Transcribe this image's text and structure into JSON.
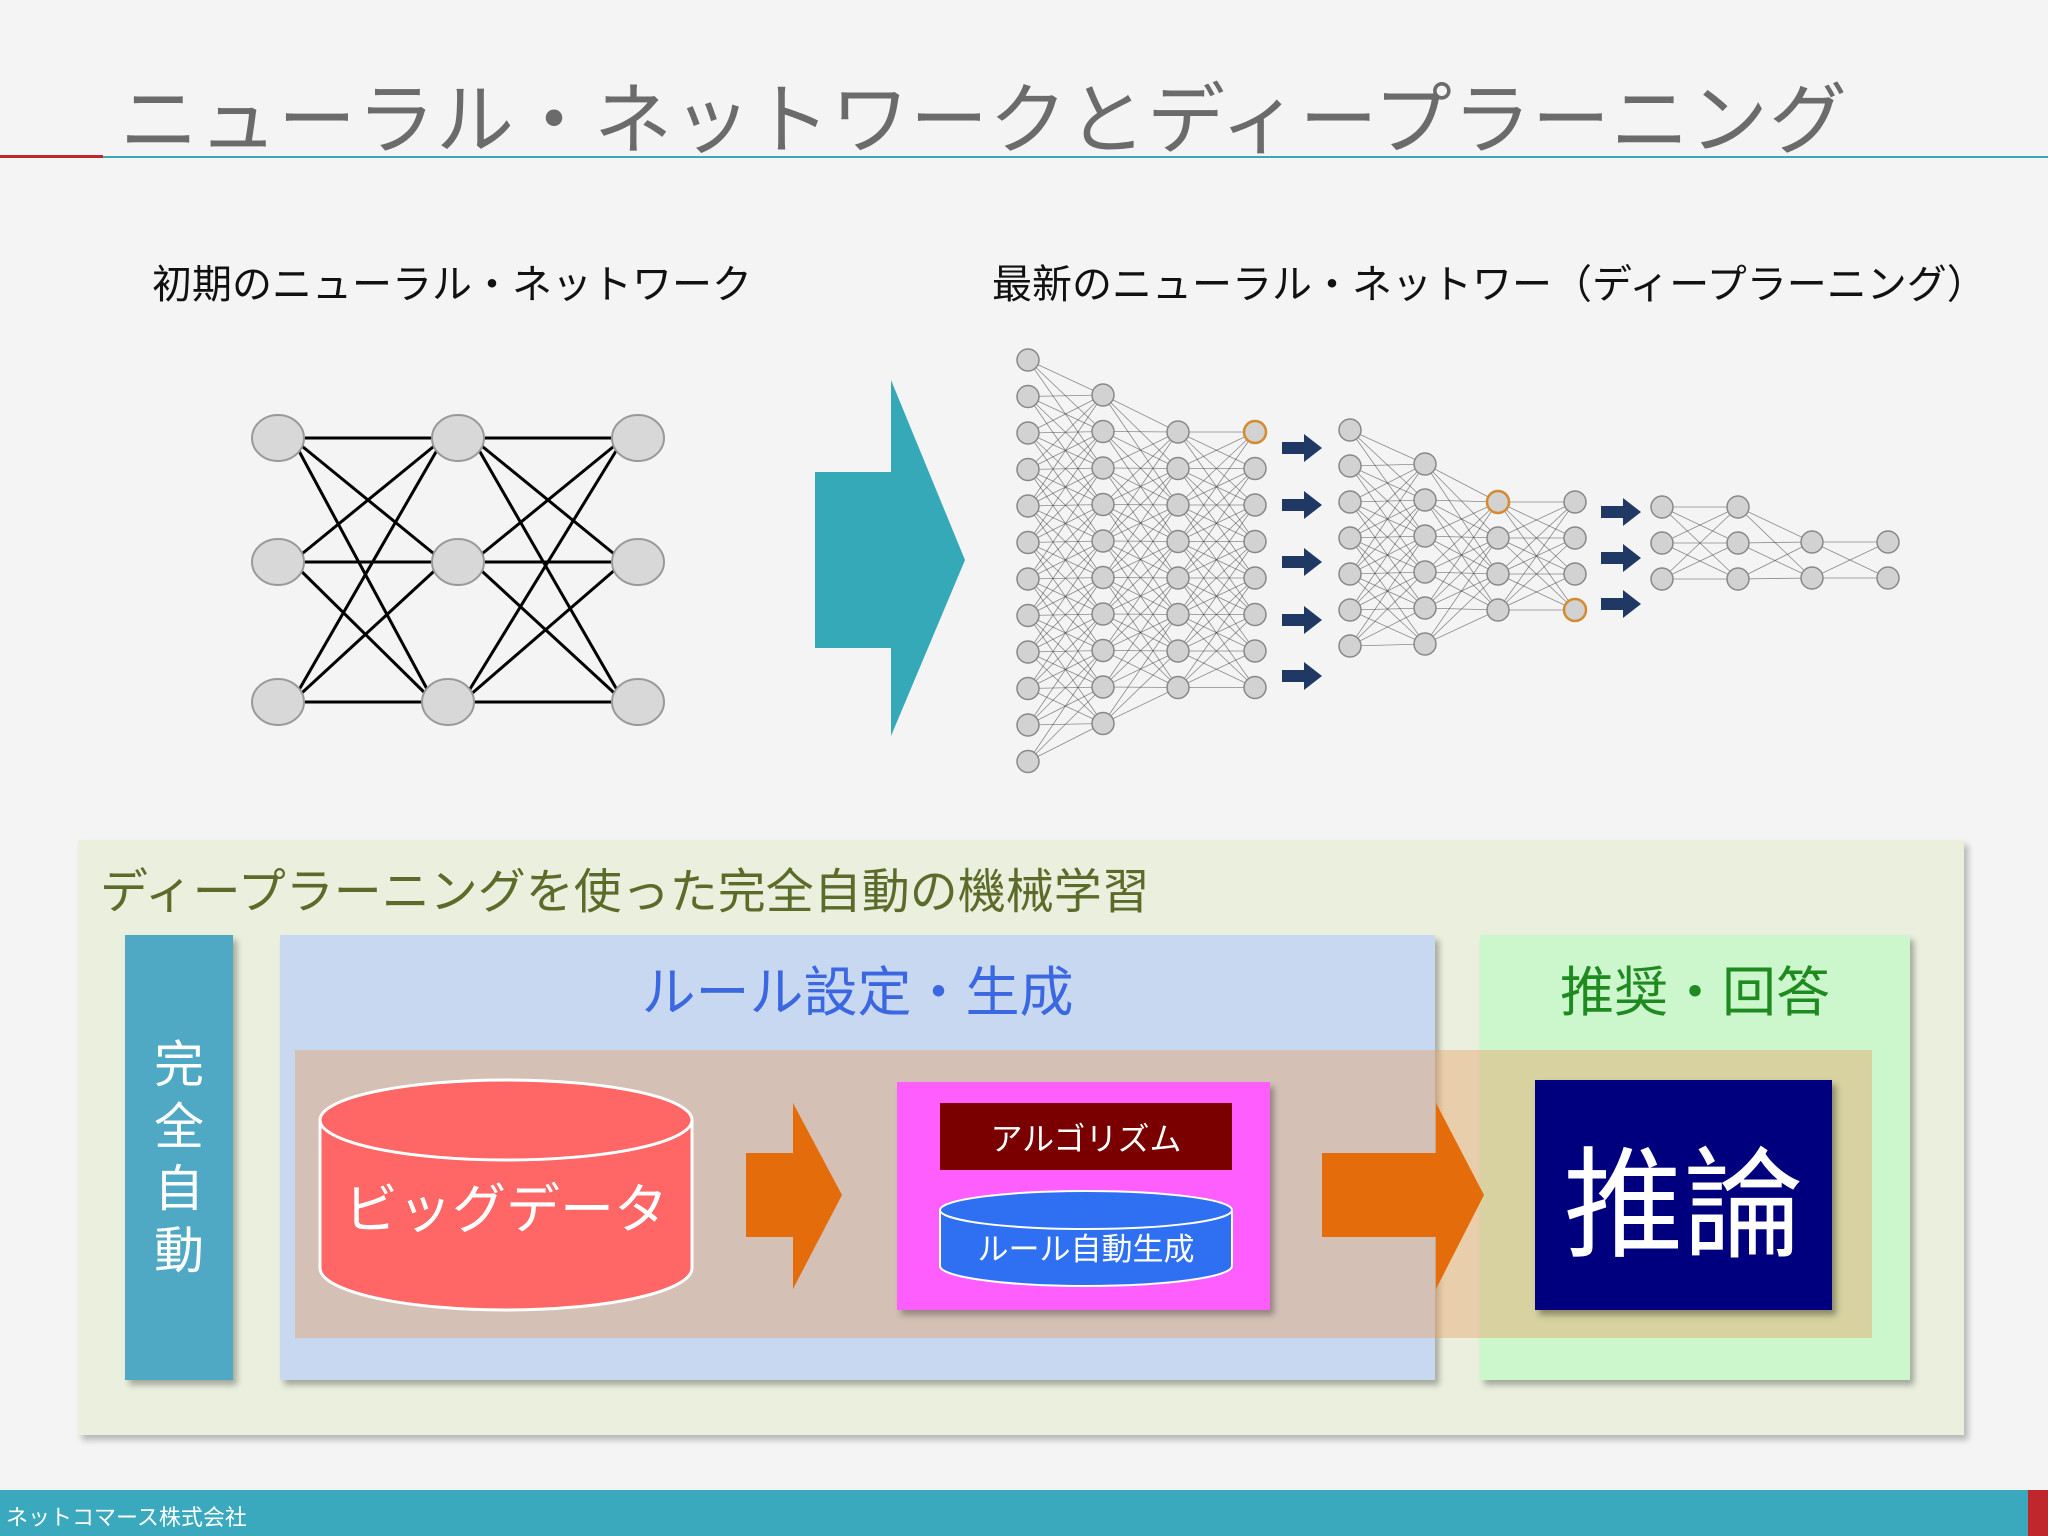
{
  "slide": {
    "title": "ニューラル・ネットワークとディープラーニング"
  },
  "sections": {
    "initial_label": "初期のニューラル・ネットワーク",
    "latest_label": "最新のニューラル・ネットワー（ディープラーニング）"
  },
  "panel": {
    "title": "ディープラーニングを使った完全自動の機械学習",
    "auto_label": "完全自動",
    "rules_title": "ルール設定・生成",
    "answer_title": "推奨・回答",
    "big_data": "ビッグデータ",
    "algorithm": "アルゴリズム",
    "rule_auto_gen": "ルール自動生成",
    "inference": "推論"
  },
  "footer": {
    "company": "ネットコマース株式会社"
  },
  "colors": {
    "teal": "#3ba8b5",
    "red_accent": "#c0272d",
    "big_data_cylinder": "#ff6666",
    "orange_arrow": "#e46c0a",
    "algorithm_bg": "#ff5eff",
    "inference_bg": "#00007f",
    "rule_cylinder": "#2f6ff2"
  }
}
